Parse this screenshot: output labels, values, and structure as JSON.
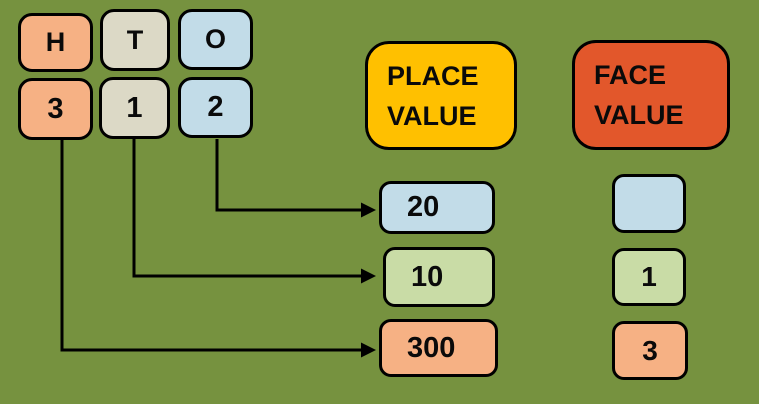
{
  "colors": {
    "background": "#76923F",
    "peach": "#F6B184",
    "tan": "#DCD9C6",
    "blue": "#C2DCE8",
    "green": "#C9DCA6",
    "gold": "#FFC000",
    "orange_red": "#E2572B",
    "line": "#000000"
  },
  "number_columns": [
    {
      "letter": "H",
      "digit": "3"
    },
    {
      "letter": "T",
      "digit": "1"
    },
    {
      "letter": "O",
      "digit": "2"
    }
  ],
  "headers": {
    "place_value_line1": "PLACE",
    "place_value_line2": "VALUE",
    "face_value_line1": "FACE",
    "face_value_line2": "VALUE"
  },
  "place_values": [
    {
      "value": "20"
    },
    {
      "value": "10"
    },
    {
      "value": "300"
    }
  ],
  "face_values": [
    {
      "value": ""
    },
    {
      "value": "1"
    },
    {
      "value": "3"
    }
  ],
  "mappings": [
    {
      "from_digit": "2",
      "to_place_value": "20"
    },
    {
      "from_digit": "1",
      "to_place_value": "10"
    },
    {
      "from_digit": "3",
      "to_place_value": "300"
    }
  ]
}
